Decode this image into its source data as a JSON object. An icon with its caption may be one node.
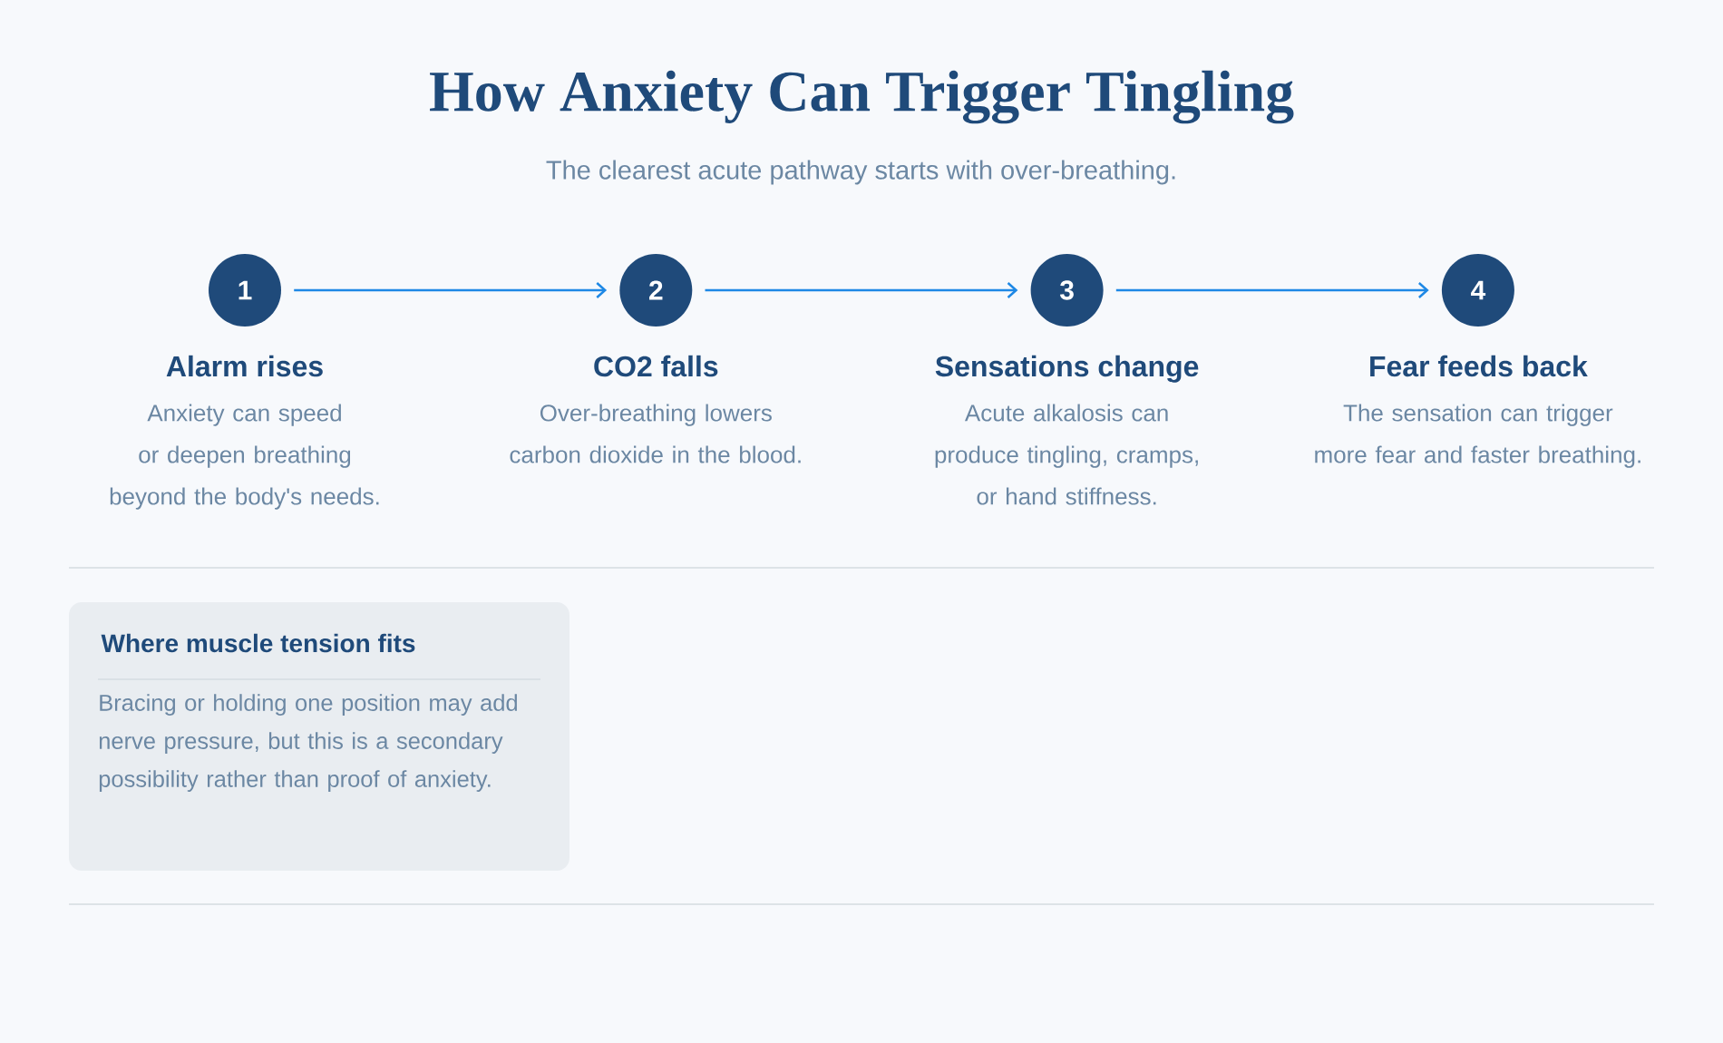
{
  "diagram": {
    "title": "How Anxiety Can Trigger Tingling",
    "caption": "The clearest acute pathway starts with over-breathing.",
    "nodes": [
      {
        "text": [
          "1",
          "Alarm rises",
          "Anxiety can speed or deepen breathing beyond the body's needs."
        ]
      },
      {
        "text": [
          "2",
          "CO2 falls",
          "Over-breathing lowers carbon dioxide in the blood."
        ]
      },
      {
        "text": [
          "3",
          "Sensations change",
          "Acute alkalosis can produce tingling, cramps, or hand stiffness."
        ]
      },
      {
        "text": [
          "4",
          "Fear feeds back",
          "The sensation can trigger more fear and faster breathing."
        ]
      },
      {
        "text": [
          "Where muscle tension fits",
          "Bracing or holding one position may add nerve pressure, but this is a secondary possibility rather than proof of anxiety."
        ]
      }
    ],
    "edges": [
      {
        "from": 0,
        "to": 1,
        "arrow": "to"
      },
      {
        "from": 1,
        "to": 2,
        "arrow": "to"
      },
      {
        "from": 2,
        "to": 3,
        "arrow": "to"
      }
    ]
  }
}
